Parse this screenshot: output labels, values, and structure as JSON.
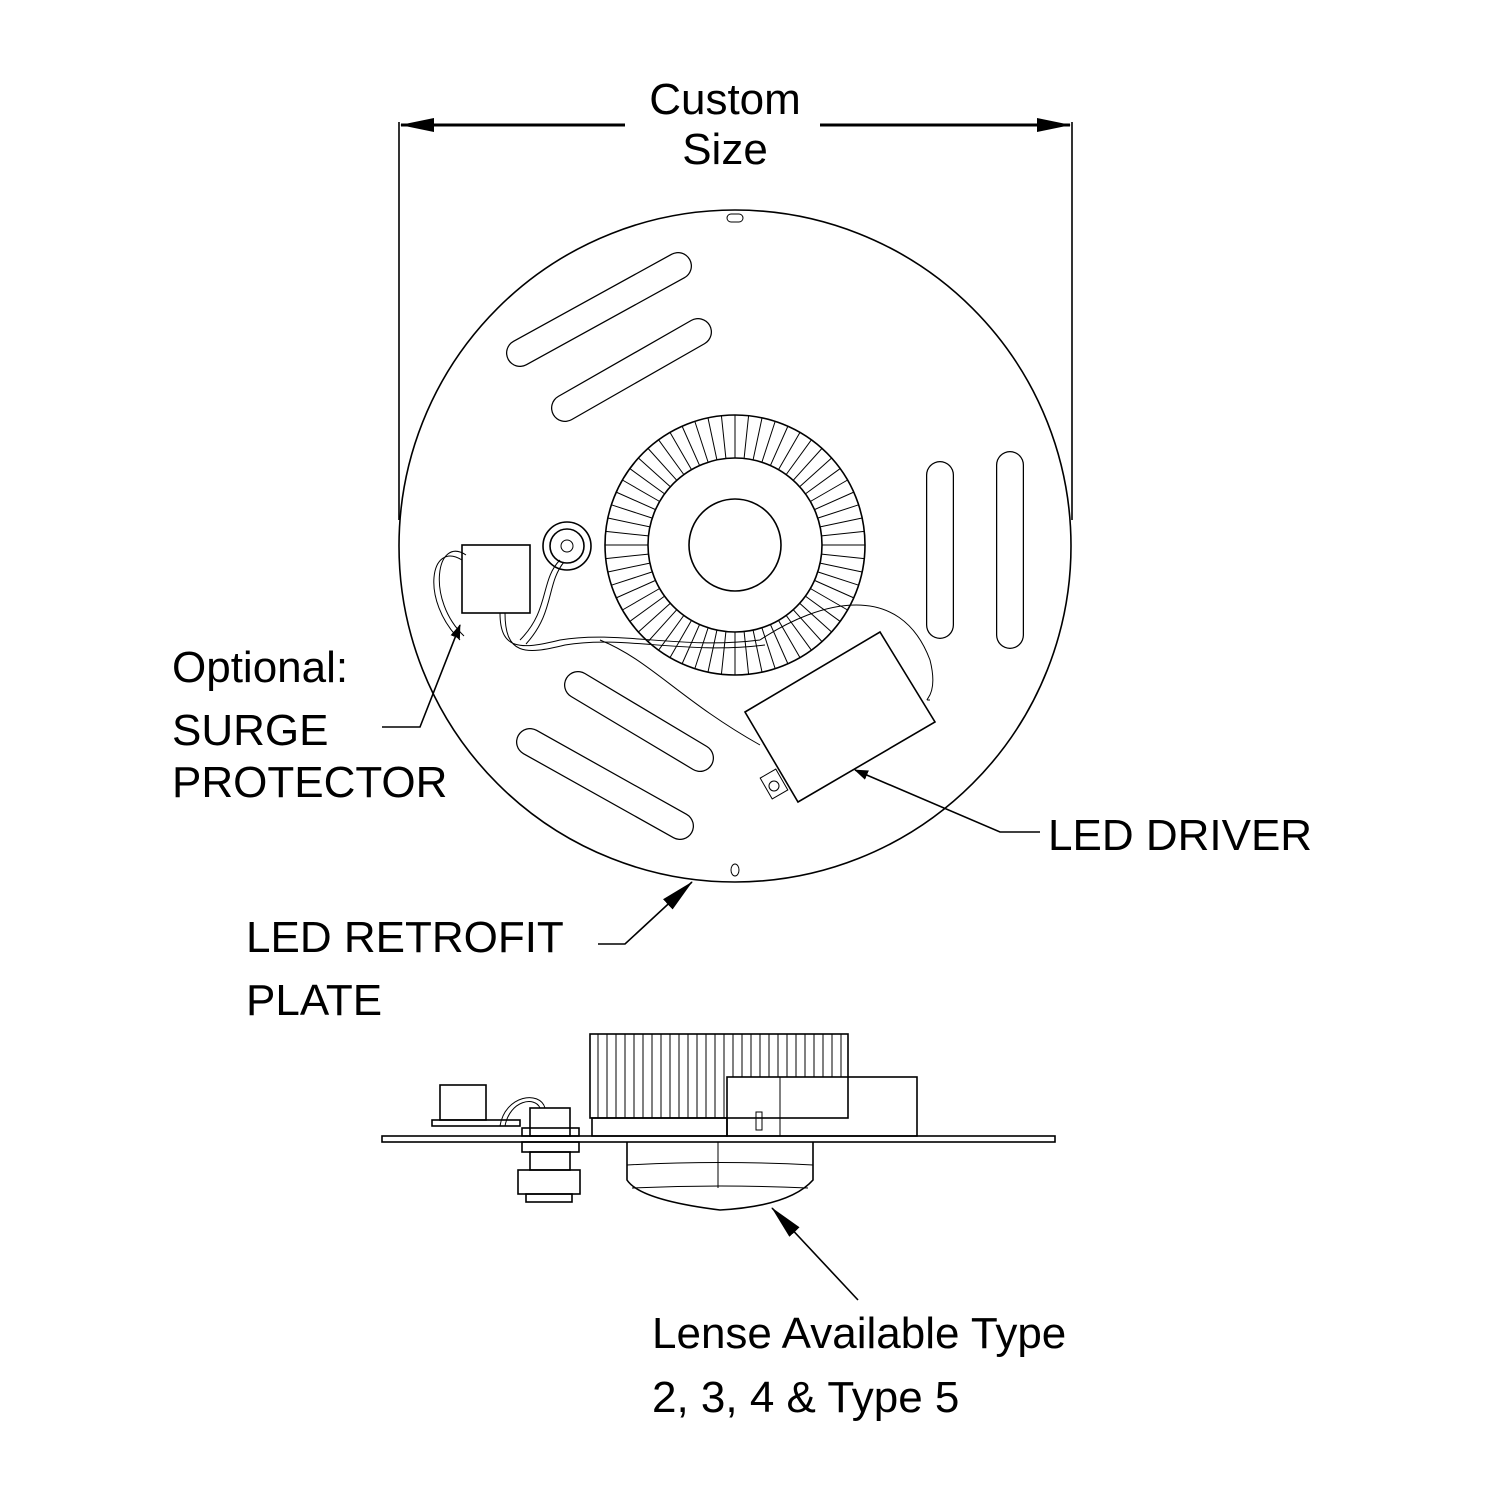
{
  "dimension": {
    "line1": "Custom",
    "line2": "Size"
  },
  "labels": {
    "surge": {
      "line1": "Optional:",
      "line2": "SURGE",
      "line3": "PROTECTOR"
    },
    "driver": "LED DRIVER",
    "plate": {
      "line1": "LED RETROFIT",
      "line2": "PLATE"
    },
    "lens": {
      "line1": "Lense Available Type",
      "line2": "2, 3, 4 & Type 5"
    }
  },
  "colors": {
    "line": "#000000",
    "background": "#ffffff"
  }
}
